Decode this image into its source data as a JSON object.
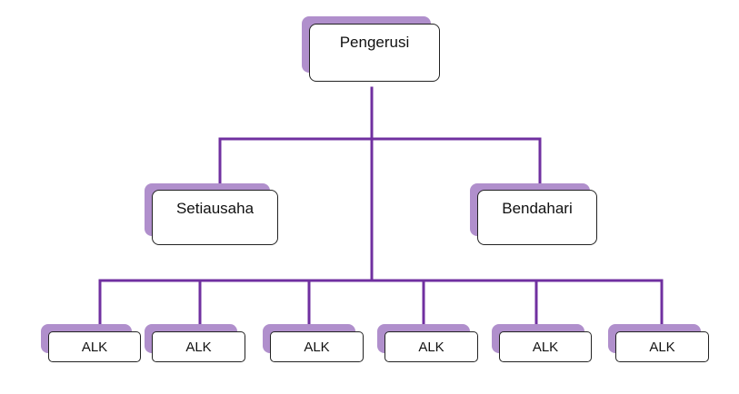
{
  "chart": {
    "line_color": "#7030a0",
    "shadow_color": "#b08fcc",
    "root": {
      "label": "Pengerusi"
    },
    "middle": [
      {
        "label": "Setiausaha"
      },
      {
        "label": "Bendahari"
      }
    ],
    "leaves": [
      {
        "label": "ALK"
      },
      {
        "label": "ALK"
      },
      {
        "label": "ALK"
      },
      {
        "label": "ALK"
      },
      {
        "label": "ALK"
      },
      {
        "label": "ALK"
      }
    ]
  }
}
